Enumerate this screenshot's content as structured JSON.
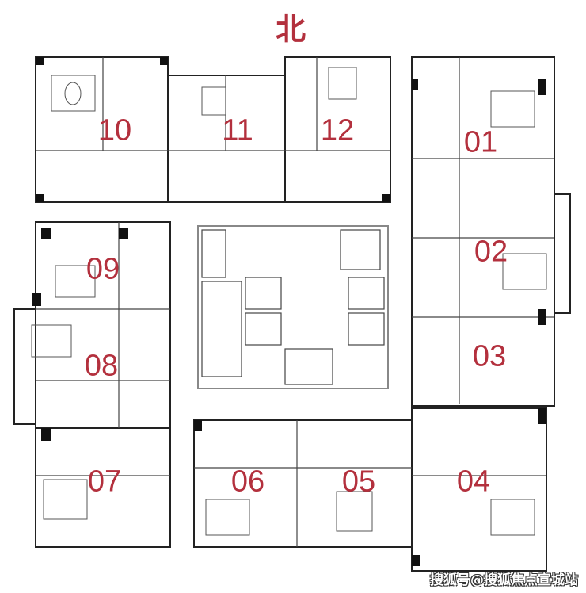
{
  "title": "北",
  "accent_color": "#b3303d",
  "units": [
    {
      "label": "10"
    },
    {
      "label": "11"
    },
    {
      "label": "12"
    },
    {
      "label": "01"
    },
    {
      "label": "02"
    },
    {
      "label": "03"
    },
    {
      "label": "09"
    },
    {
      "label": "08"
    },
    {
      "label": "07"
    },
    {
      "label": "06"
    },
    {
      "label": "05"
    },
    {
      "label": "04"
    }
  ],
  "watermark": "搜狐号@搜狐焦点宣城站"
}
